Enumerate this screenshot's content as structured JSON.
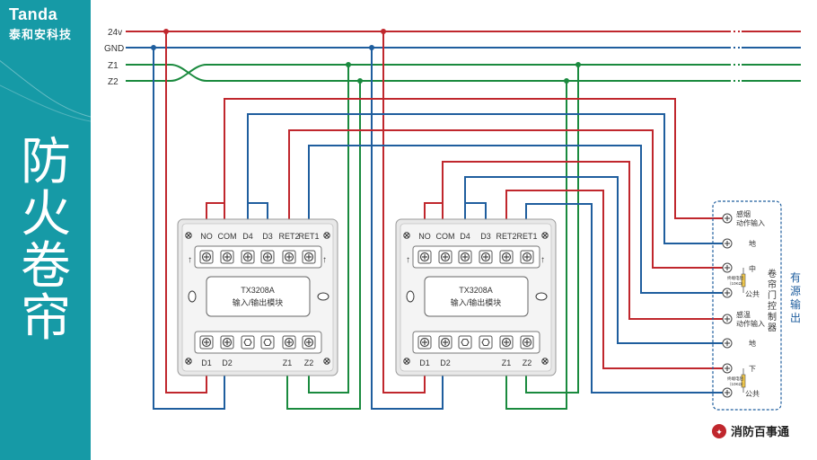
{
  "brand": {
    "name": "Tanda",
    "name_cn": "泰和安科技"
  },
  "page_title_chars": [
    "防",
    "火",
    "卷",
    "帘"
  ],
  "bus_labels": {
    "v24": "24v",
    "gnd": "GND",
    "z1": "Z1",
    "z2": "Z2"
  },
  "modules": [
    {
      "model": "TX3208A",
      "desc": "输入/输出模块",
      "top_terminals": [
        "NO",
        "COM",
        "D4",
        "D3",
        "RET2",
        "RET1"
      ],
      "bottom_terminals": [
        "D1",
        "D2",
        "Z1",
        "Z2"
      ]
    },
    {
      "model": "TX3208A",
      "desc": "输入/输出模块",
      "top_terminals": [
        "NO",
        "COM",
        "D4",
        "D3",
        "RET2",
        "RET1"
      ],
      "bottom_terminals": [
        "D1",
        "D2",
        "Z1",
        "Z2"
      ]
    }
  ],
  "controller": {
    "title_chars": [
      "卷",
      "帘",
      "门",
      "控",
      "制",
      "器"
    ],
    "source_label_chars": [
      "有",
      "源",
      "输",
      "出"
    ],
    "terminals": {
      "smoke_input_l1": "感烟",
      "smoke_input_l2": "动作输入",
      "ground1": "地",
      "mid": "中",
      "common1": "公共",
      "temp_input_l1": "感温",
      "temp_input_l2": "动作输入",
      "ground2": "地",
      "down": "下",
      "common2": "公共"
    },
    "resistor_l1": "终端电阻",
    "resistor_l2": "（10KΩ）"
  },
  "footer_logo": "消防百事通",
  "colors": {
    "red": "#c0272d",
    "blue": "#1f5e9e",
    "green": "#1a8a3e",
    "sidebar": "#169aa6"
  }
}
